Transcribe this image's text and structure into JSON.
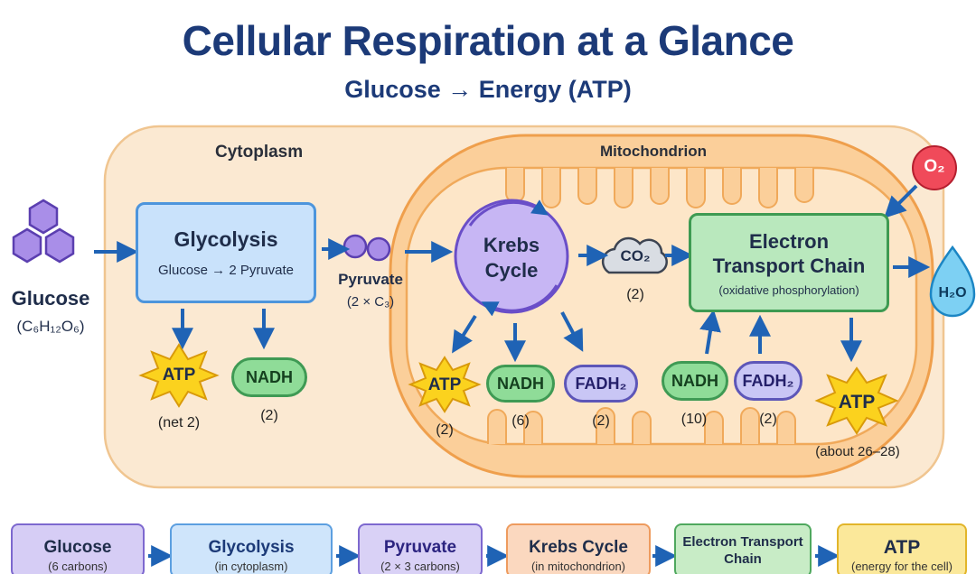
{
  "title": "Cellular Respiration at a Glance",
  "subtitle": "Glucose → Energy (ATP)",
  "regions": {
    "cytoplasm": "Cytoplasm",
    "mitochondrion": "Mitochondrion"
  },
  "glucose": {
    "label": "Glucose",
    "formula": "(C₆H₁₂O₆)"
  },
  "glycolysis": {
    "title": "Glycolysis",
    "reaction": "Glucose → 2 Pyruvate",
    "atp": "ATP",
    "atp_count": "(net 2)",
    "nadh": "NADH",
    "nadh_count": "(2)"
  },
  "pyruvate": {
    "label": "Pyruvate",
    "formula": "(2 × C₃)"
  },
  "krebs": {
    "title_line1": "Krebs",
    "title_line2": "Cycle",
    "co2": "CO₂",
    "co2_count": "(2)",
    "atp": "ATP",
    "atp_count": "(2)",
    "nadh": "NADH",
    "nadh_count": "(6)",
    "fadh": "FADH₂",
    "fadh_count": "(2)"
  },
  "etc": {
    "title_line1": "Electron",
    "title_line2": "Transport Chain",
    "note": "(oxidative phosphorylation)",
    "nadh": "NADH",
    "nadh_count": "(10)",
    "fadh": "FADH₂",
    "fadh_count": "(2)",
    "atp": "ATP",
    "atp_count": "(about 26–28)"
  },
  "o2": "O₂",
  "h2o": "H₂O",
  "legend": [
    {
      "title": "Glucose",
      "sub": "(6 carbons)"
    },
    {
      "title": "Glycolysis",
      "sub": "(in cytoplasm)"
    },
    {
      "title": "Pyruvate",
      "sub": "(2 × 3 carbons)"
    },
    {
      "title": "Krebs Cycle",
      "sub": "(in mitochondrion)"
    },
    {
      "title": "Electron Transport Chain",
      "sub": ""
    },
    {
      "title": "ATP",
      "sub": "(energy for the cell)"
    }
  ],
  "colors": {
    "cytoplasm_fill": "#fbe9d2",
    "cytoplasm_border": "#f0c590",
    "mito_fill": "#fbcf9a",
    "mito_border": "#ef9f4c",
    "arrow": "#1f63b5",
    "atp_star": "#fbd21e",
    "krebs_fill": "#c7b6f4",
    "etc_fill": "#b9e8bd",
    "o2_fill": "#f04a5a",
    "h2o_fill": "#7dd0f3"
  }
}
